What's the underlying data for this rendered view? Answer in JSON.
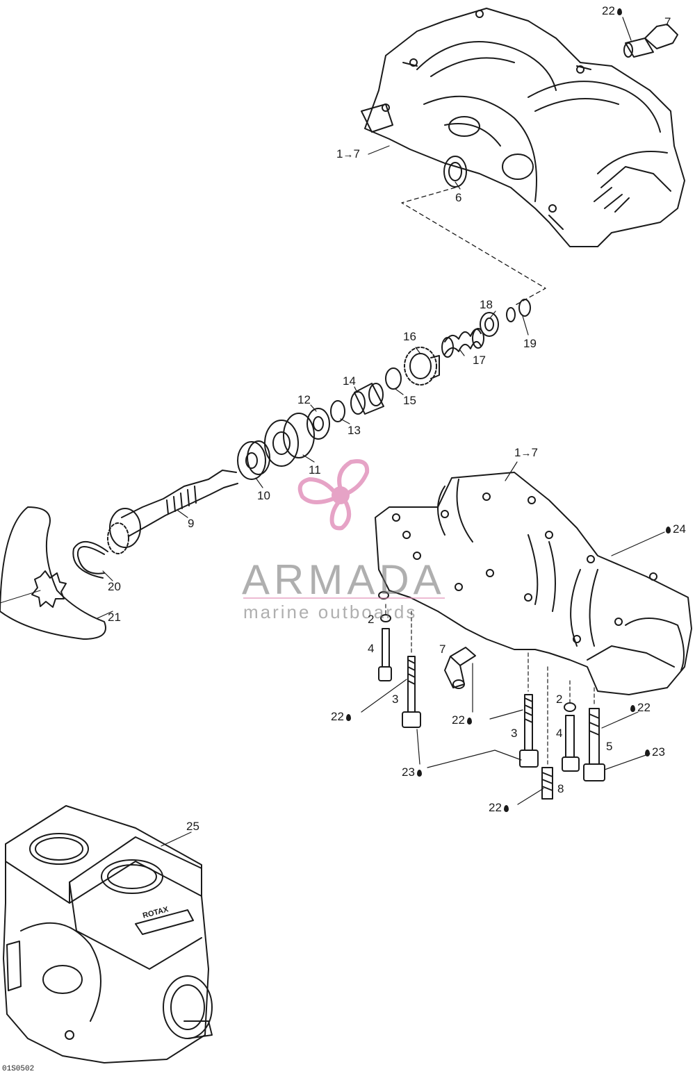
{
  "watermark": {
    "name": "ARMADA",
    "tagline": "marine outboards",
    "colors": {
      "logo": "#e6a3c6",
      "text": "#8a8a8a"
    }
  },
  "doc_code": "01S0502",
  "callouts": {
    "c22_top": {
      "num": "22",
      "drop": true
    },
    "c7_top": {
      "num": "7"
    },
    "c1_7_top": {
      "num": "1",
      "arrow": "→",
      "ref": "7"
    },
    "c6": {
      "num": "6"
    },
    "c18": {
      "num": "18"
    },
    "c19": {
      "num": "19"
    },
    "c16": {
      "num": "16"
    },
    "c17": {
      "num": "17"
    },
    "c14": {
      "num": "14"
    },
    "c15": {
      "num": "15"
    },
    "c12": {
      "num": "12"
    },
    "c13": {
      "num": "13"
    },
    "c11": {
      "num": "11"
    },
    "c10": {
      "num": "10"
    },
    "c9": {
      "num": "9"
    },
    "c1_7_mid": {
      "num": "1",
      "arrow": "→",
      "ref": "7"
    },
    "c24": {
      "num": "24",
      "drop_before": true
    },
    "c20": {
      "num": "20"
    },
    "c21": {
      "num": "21"
    },
    "c2_left": {
      "num": "2"
    },
    "c4_left": {
      "num": "4"
    },
    "c3_left": {
      "num": "3"
    },
    "c22_left": {
      "num": "22",
      "drop": true
    },
    "c7_mid": {
      "num": "7"
    },
    "c22_mid": {
      "num": "22",
      "drop": true
    },
    "c2_right": {
      "num": "2"
    },
    "c22_right": {
      "num": "22",
      "drop_before": true
    },
    "c3_right": {
      "num": "3"
    },
    "c4_right": {
      "num": "4"
    },
    "c5": {
      "num": "5"
    },
    "c23_right": {
      "num": "23",
      "drop_before": true
    },
    "c23_left": {
      "num": "23",
      "drop": true
    },
    "c8": {
      "num": "8"
    },
    "c22_bottom": {
      "num": "22",
      "drop": true
    },
    "c25": {
      "num": "25"
    }
  },
  "engine_label": "ROTAX"
}
